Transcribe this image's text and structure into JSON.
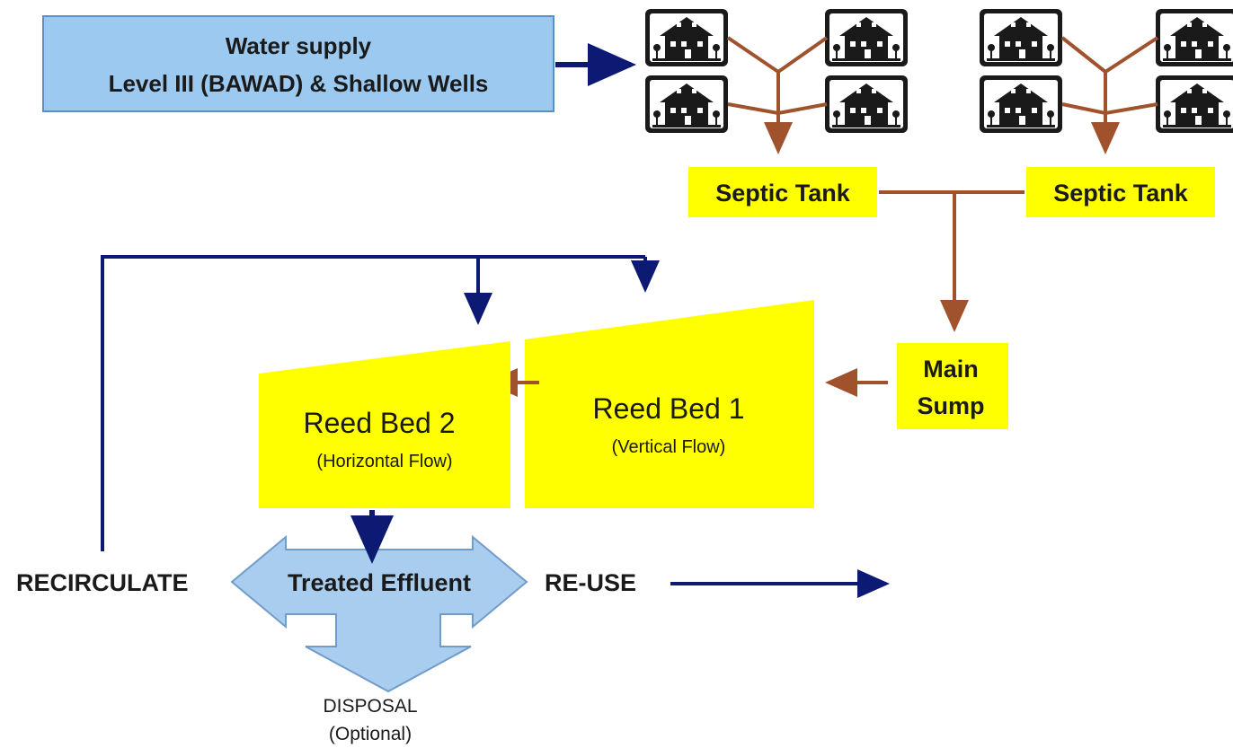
{
  "colors": {
    "water_box": "#9cc9f0",
    "water_border": "#5b8fc7",
    "yellow": "#ffff00",
    "pipe_brown": "#a0522d",
    "flow_navy": "#0d1a73",
    "effluent_arrow": "#a9cdee",
    "effluent_border": "#6f9cc9",
    "house_dark": "#1a1a1a"
  },
  "water_supply": {
    "line1": "Water supply",
    "line2": "Level III (BAWAD) & Shallow Wells"
  },
  "house_icon": "house-icon",
  "septic_tank_left": "Septic Tank",
  "septic_tank_right": "Septic Tank",
  "main_sump": {
    "line1": "Main",
    "line2": "Sump"
  },
  "reed_bed_1": {
    "title": "Reed Bed 1",
    "subtitle": "(Vertical Flow)"
  },
  "reed_bed_2": {
    "title": "Reed Bed 2",
    "subtitle": "(Horizontal Flow)"
  },
  "treated_effluent": "Treated Effluent",
  "recirculate": "RECIRCULATE",
  "re_use": "RE-USE",
  "disposal": {
    "line1": "DISPOSAL",
    "line2": "(Optional)"
  }
}
